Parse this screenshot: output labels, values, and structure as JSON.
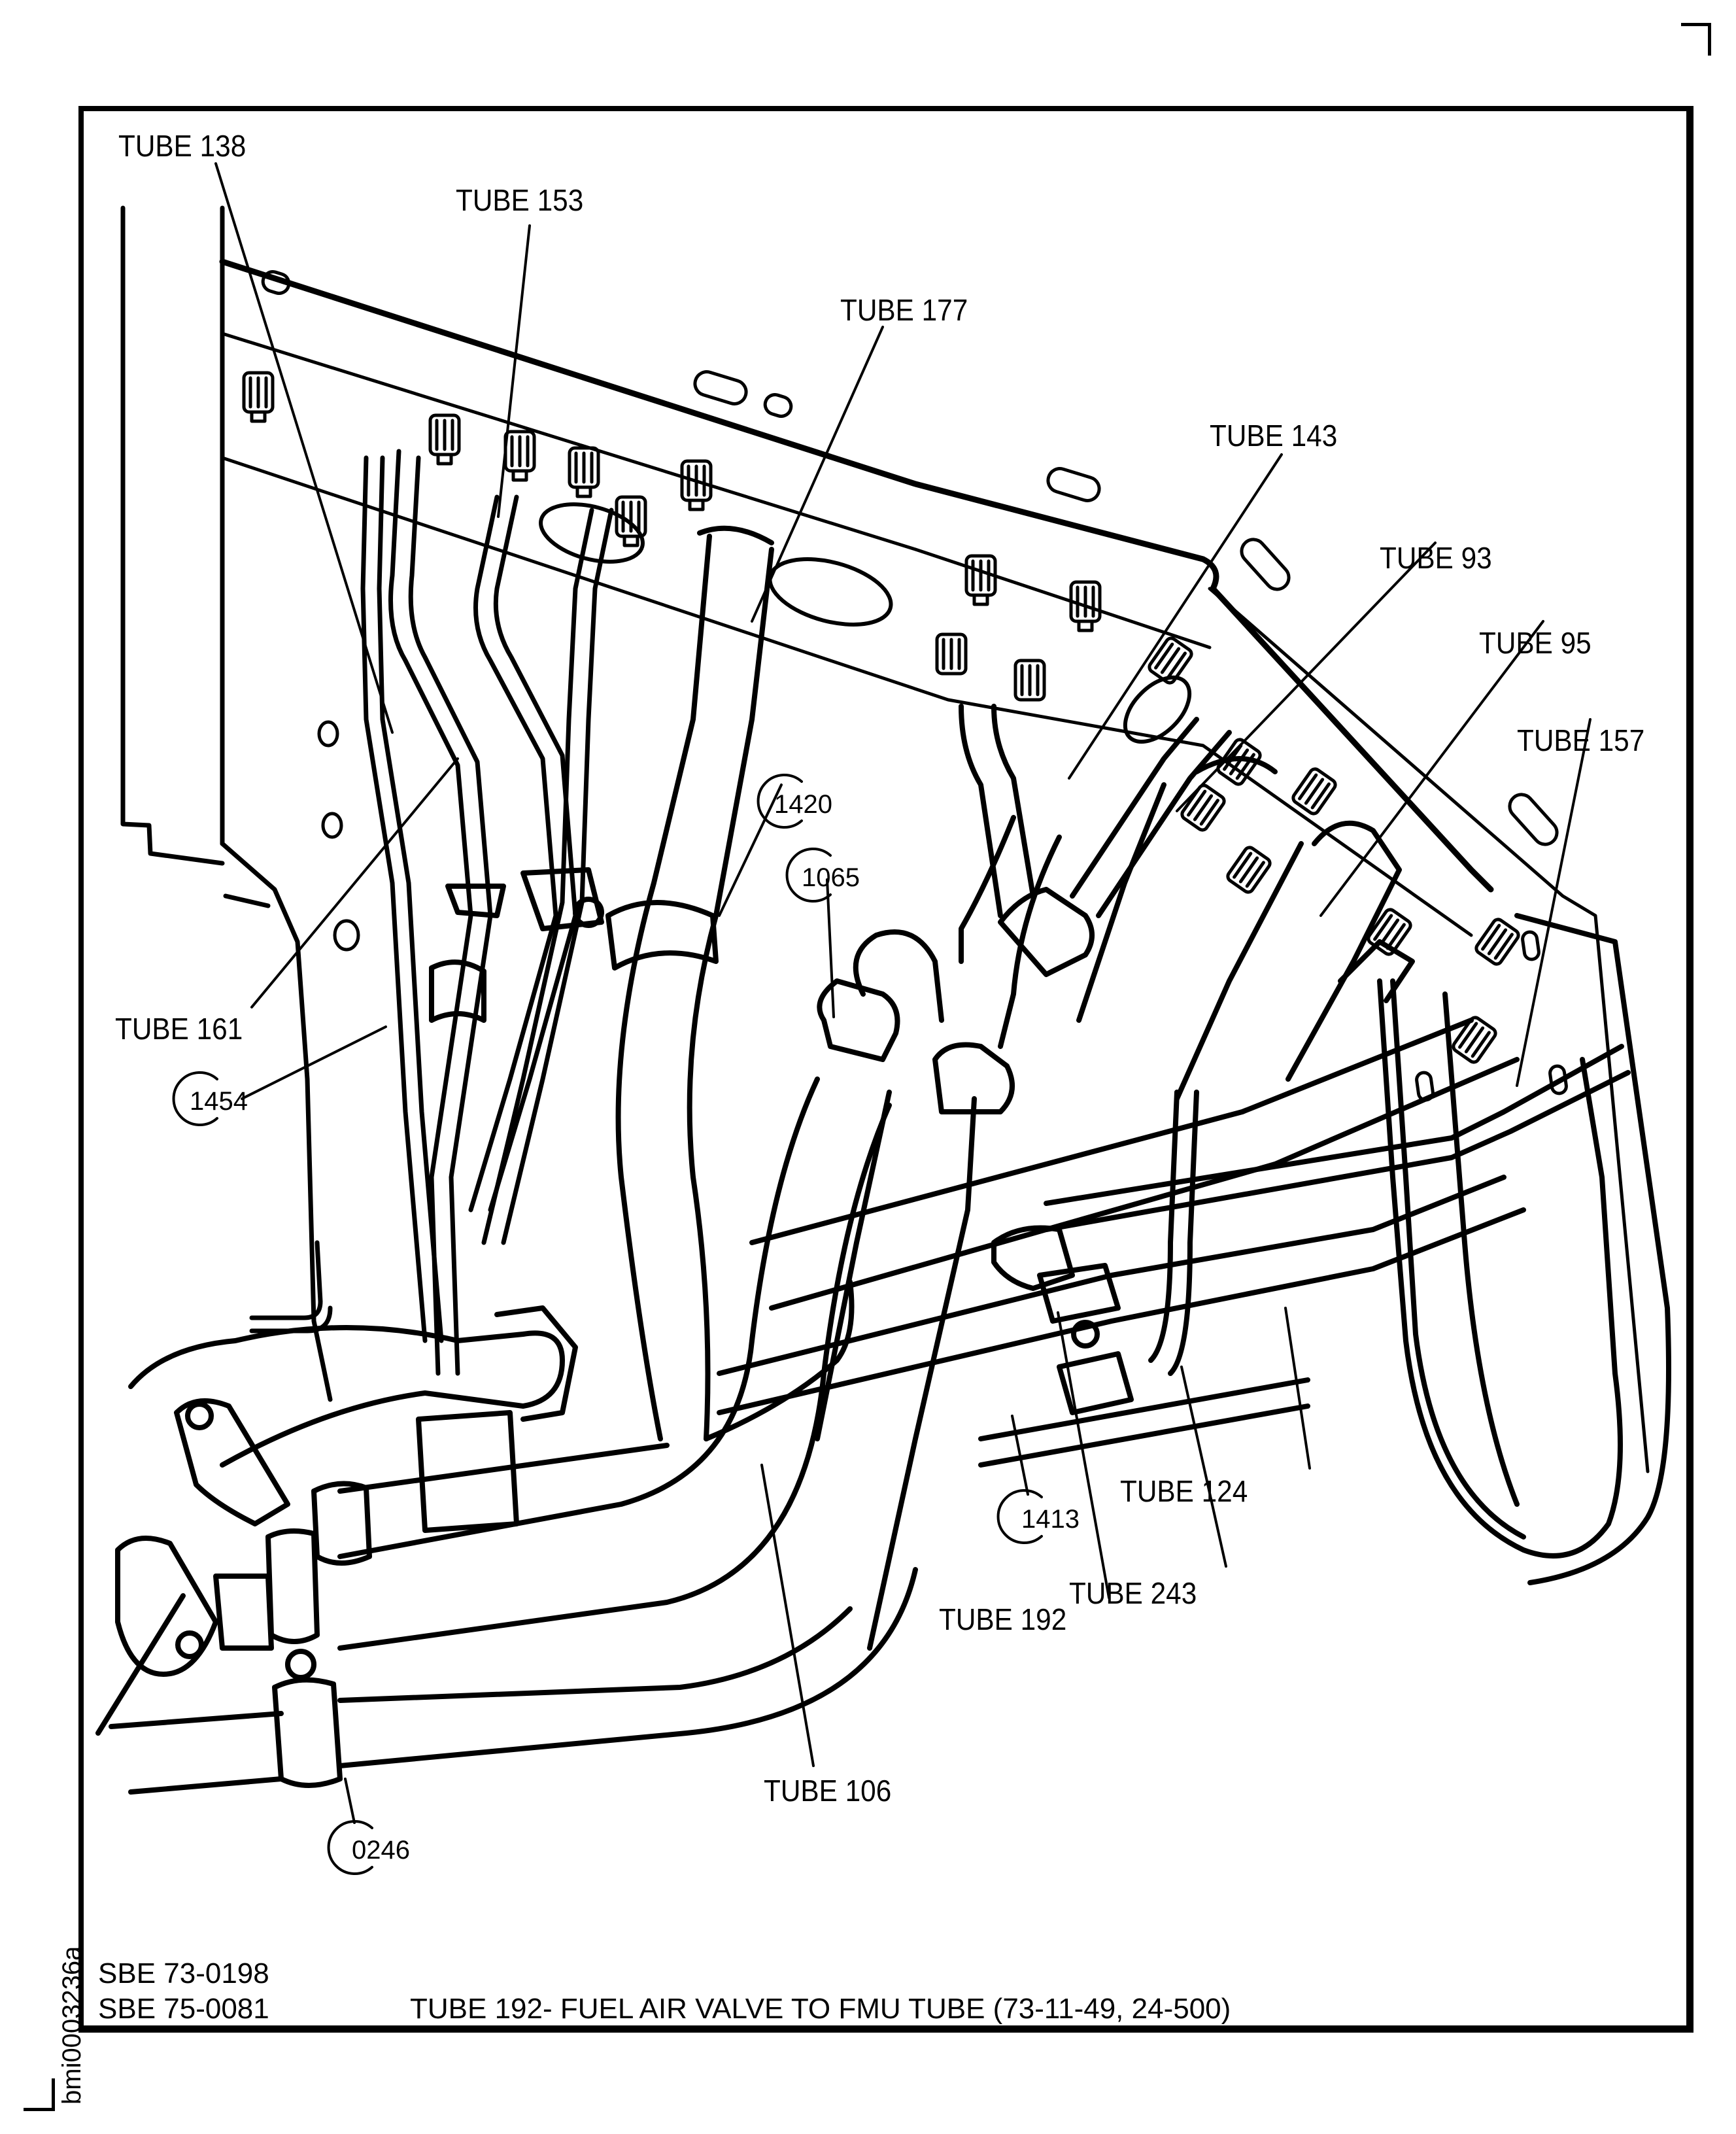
{
  "figure": {
    "document_id": "bmi0003236a",
    "caption": "TUBE 192- FUEL AIR VALVE TO FMU TUBE (73-11-49, 24-500)",
    "service_bulletins": [
      "SBE 73-0198",
      "SBE 75-0081"
    ]
  },
  "tube_labels": [
    {
      "id": "tube-138",
      "text": "TUBE 138"
    },
    {
      "id": "tube-153",
      "text": "TUBE 153"
    },
    {
      "id": "tube-177",
      "text": "TUBE 177"
    },
    {
      "id": "tube-143",
      "text": "TUBE 143"
    },
    {
      "id": "tube-93",
      "text": "TUBE 93"
    },
    {
      "id": "tube-95",
      "text": "TUBE 95"
    },
    {
      "id": "tube-157",
      "text": "TUBE 157"
    },
    {
      "id": "tube-161",
      "text": "TUBE 161"
    },
    {
      "id": "tube-124",
      "text": "TUBE 124"
    },
    {
      "id": "tube-243",
      "text": "TUBE 243"
    },
    {
      "id": "tube-192",
      "text": "TUBE 192"
    },
    {
      "id": "tube-106",
      "text": "TUBE 106"
    }
  ],
  "callouts": [
    {
      "id": "callout-1420",
      "text": "1420"
    },
    {
      "id": "callout-1065",
      "text": "1065"
    },
    {
      "id": "callout-1454",
      "text": "1454"
    },
    {
      "id": "callout-1413",
      "text": "1413"
    },
    {
      "id": "callout-0246",
      "text": "0246"
    }
  ]
}
